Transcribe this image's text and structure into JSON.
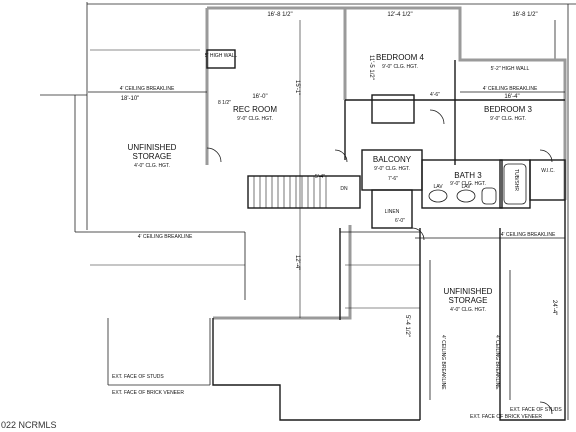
{
  "rooms": {
    "rec_room": "REC ROOM",
    "rec_room_ceiling": "9'-0\" CLG. HGT.",
    "bedroom4": "BEDROOM 4",
    "bedroom4_ceiling": "9'-0\" CLG. HGT.",
    "bedroom3": "BEDROOM 3",
    "bedroom3_ceiling": "9'-0\" CLG. HGT.",
    "balcony": "BALCONY",
    "balcony_ceiling": "9'-0\" CLG. HGT.",
    "bath3": "BATH 3",
    "bath3_ceiling": "9'-0\" CLG. HGT.",
    "wic": "W.I.C.",
    "linen": "LINEN",
    "dn": "DN",
    "unfinished_storage_left_1": "UNFINISHED",
    "unfinished_storage_left_2": "STORAGE",
    "unfinished_storage_left_ceiling": "4'-0\" CLG. HGT.",
    "unfinished_storage_right_1": "UNFINISHED",
    "unfinished_storage_right_2": "STORAGE",
    "unfinished_storage_right_ceiling": "4'-0\" CLG. HGT.",
    "lav1": "LAV",
    "lav2": "LAV",
    "tub": "TUB/SHR"
  },
  "notes": {
    "high_wall_left": "5' HIGH WALL",
    "high_wall_right": "5'-2\" HIGH WALL",
    "ceiling_breakline_left": "4' CEILING BREAKLINE",
    "ceiling_breakline_top_right": "4' CEILING BREAKLINE",
    "ceiling_breakline_mid_left": "4' CEILING BREAKLINE",
    "ceiling_breakline_mid_right": "4' CEILING BREAKLINE",
    "ceiling_breakline_vert_1": "4' CEILING BREAKLINE",
    "ceiling_breakline_vert_2": "4' CEILING BREAKLINE",
    "ext_studs_left": "EXT. FACE OF STUDS",
    "ext_brick_left": "EXT. FACE OF BRICK VENEER",
    "ext_studs_right": "EXT. FACE OF STUDS",
    "ext_brick_right": "EXT. FACE OF BRICK VENEER"
  },
  "dimensions": {
    "d_top_1": "16'-8 1/2\"",
    "d_top_2": "12'-4 1/2\"",
    "d_top_3": "16'-8 1/2\"",
    "d_left_width": "18'-10\"",
    "d_rec_width": "16'-0\"",
    "d_bed3_width": "16'-4\"",
    "d_rec_height": "15'-1\"",
    "d_bed4_height": "11'-5 1/2\"",
    "d_lower_height": "12'-4\"",
    "d_right_height": "24'-4\"",
    "d_storage_height": "5'-4 1/2\"",
    "d_small_1": "8 1/2\"",
    "d_small_2": "4'-6\"",
    "d_small_3": "5'-4\"",
    "d_small_4": "7'-6\"",
    "d_small_5": "6'-0\""
  },
  "watermark": "022 NCRMLS",
  "colors": {
    "line": "#1a1a1a",
    "wall_gray": "#a8a8a8",
    "background": "#ffffff"
  }
}
